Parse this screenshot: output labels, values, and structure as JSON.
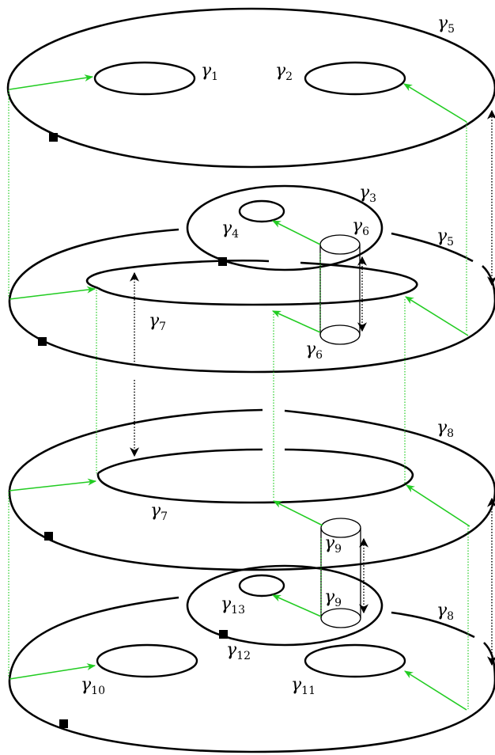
{
  "colors": {
    "stroke": "#000000",
    "arrow_green": "#22cc22",
    "background": "#ffffff"
  },
  "labels": {
    "g1": {
      "sym": "γ",
      "sub": "1"
    },
    "g2": {
      "sym": "γ",
      "sub": "2"
    },
    "g5a": {
      "sym": "γ",
      "sub": "5"
    },
    "g3": {
      "sym": "γ",
      "sub": "3"
    },
    "g4": {
      "sym": "γ",
      "sub": "4"
    },
    "g6a": {
      "sym": "γ",
      "sub": "6"
    },
    "g5b": {
      "sym": "γ",
      "sub": "5"
    },
    "g7a": {
      "sym": "γ",
      "sub": "7"
    },
    "g6b": {
      "sym": "γ",
      "sub": "6"
    },
    "g8a": {
      "sym": "γ",
      "sub": "8"
    },
    "g7b": {
      "sym": "γ",
      "sub": "7"
    },
    "g9a": {
      "sym": "γ",
      "sub": "9"
    },
    "g13": {
      "sym": "γ",
      "sub": "13"
    },
    "g9b": {
      "sym": "γ",
      "sub": "9"
    },
    "g8b": {
      "sym": "γ",
      "sub": "8"
    },
    "g12": {
      "sym": "γ",
      "sub": "12"
    },
    "g10": {
      "sym": "γ",
      "sub": "10"
    },
    "g11": {
      "sym": "γ",
      "sub": "11"
    }
  }
}
